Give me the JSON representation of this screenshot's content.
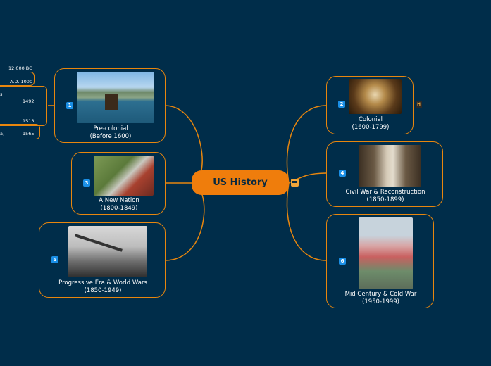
{
  "central": {
    "title": "US History"
  },
  "topics": [
    {
      "number": "1",
      "title": "Pre-colonial",
      "dates": "(Before 1600)"
    },
    {
      "number": "2",
      "title": "Colonial",
      "dates": "(1600-1799)"
    },
    {
      "number": "3",
      "title": "A New Nation",
      "dates": "(1800-1849)"
    },
    {
      "number": "4",
      "title": "Civil War & Reconstruction",
      "dates": "(1850-1899)"
    },
    {
      "number": "5",
      "title": "Progressive Era & World Wars",
      "dates": "(1850-1949)"
    },
    {
      "number": "6",
      "title": "Mid Century & Cold War",
      "dates": "(1950-1999)"
    }
  ],
  "timeline": [
    {
      "label": "12,000 BC"
    },
    {
      "label": "A.D. 1000"
    },
    {
      "label": "s"
    },
    {
      "label": "1492"
    },
    {
      "label": "1513"
    },
    {
      "label": "a)"
    },
    {
      "label": "1565"
    }
  ],
  "badges": {
    "colonial_extra": "H"
  },
  "colors": {
    "background": "#002d4a",
    "accent": "#ef7d0c",
    "badge": "#1a8fe6"
  }
}
